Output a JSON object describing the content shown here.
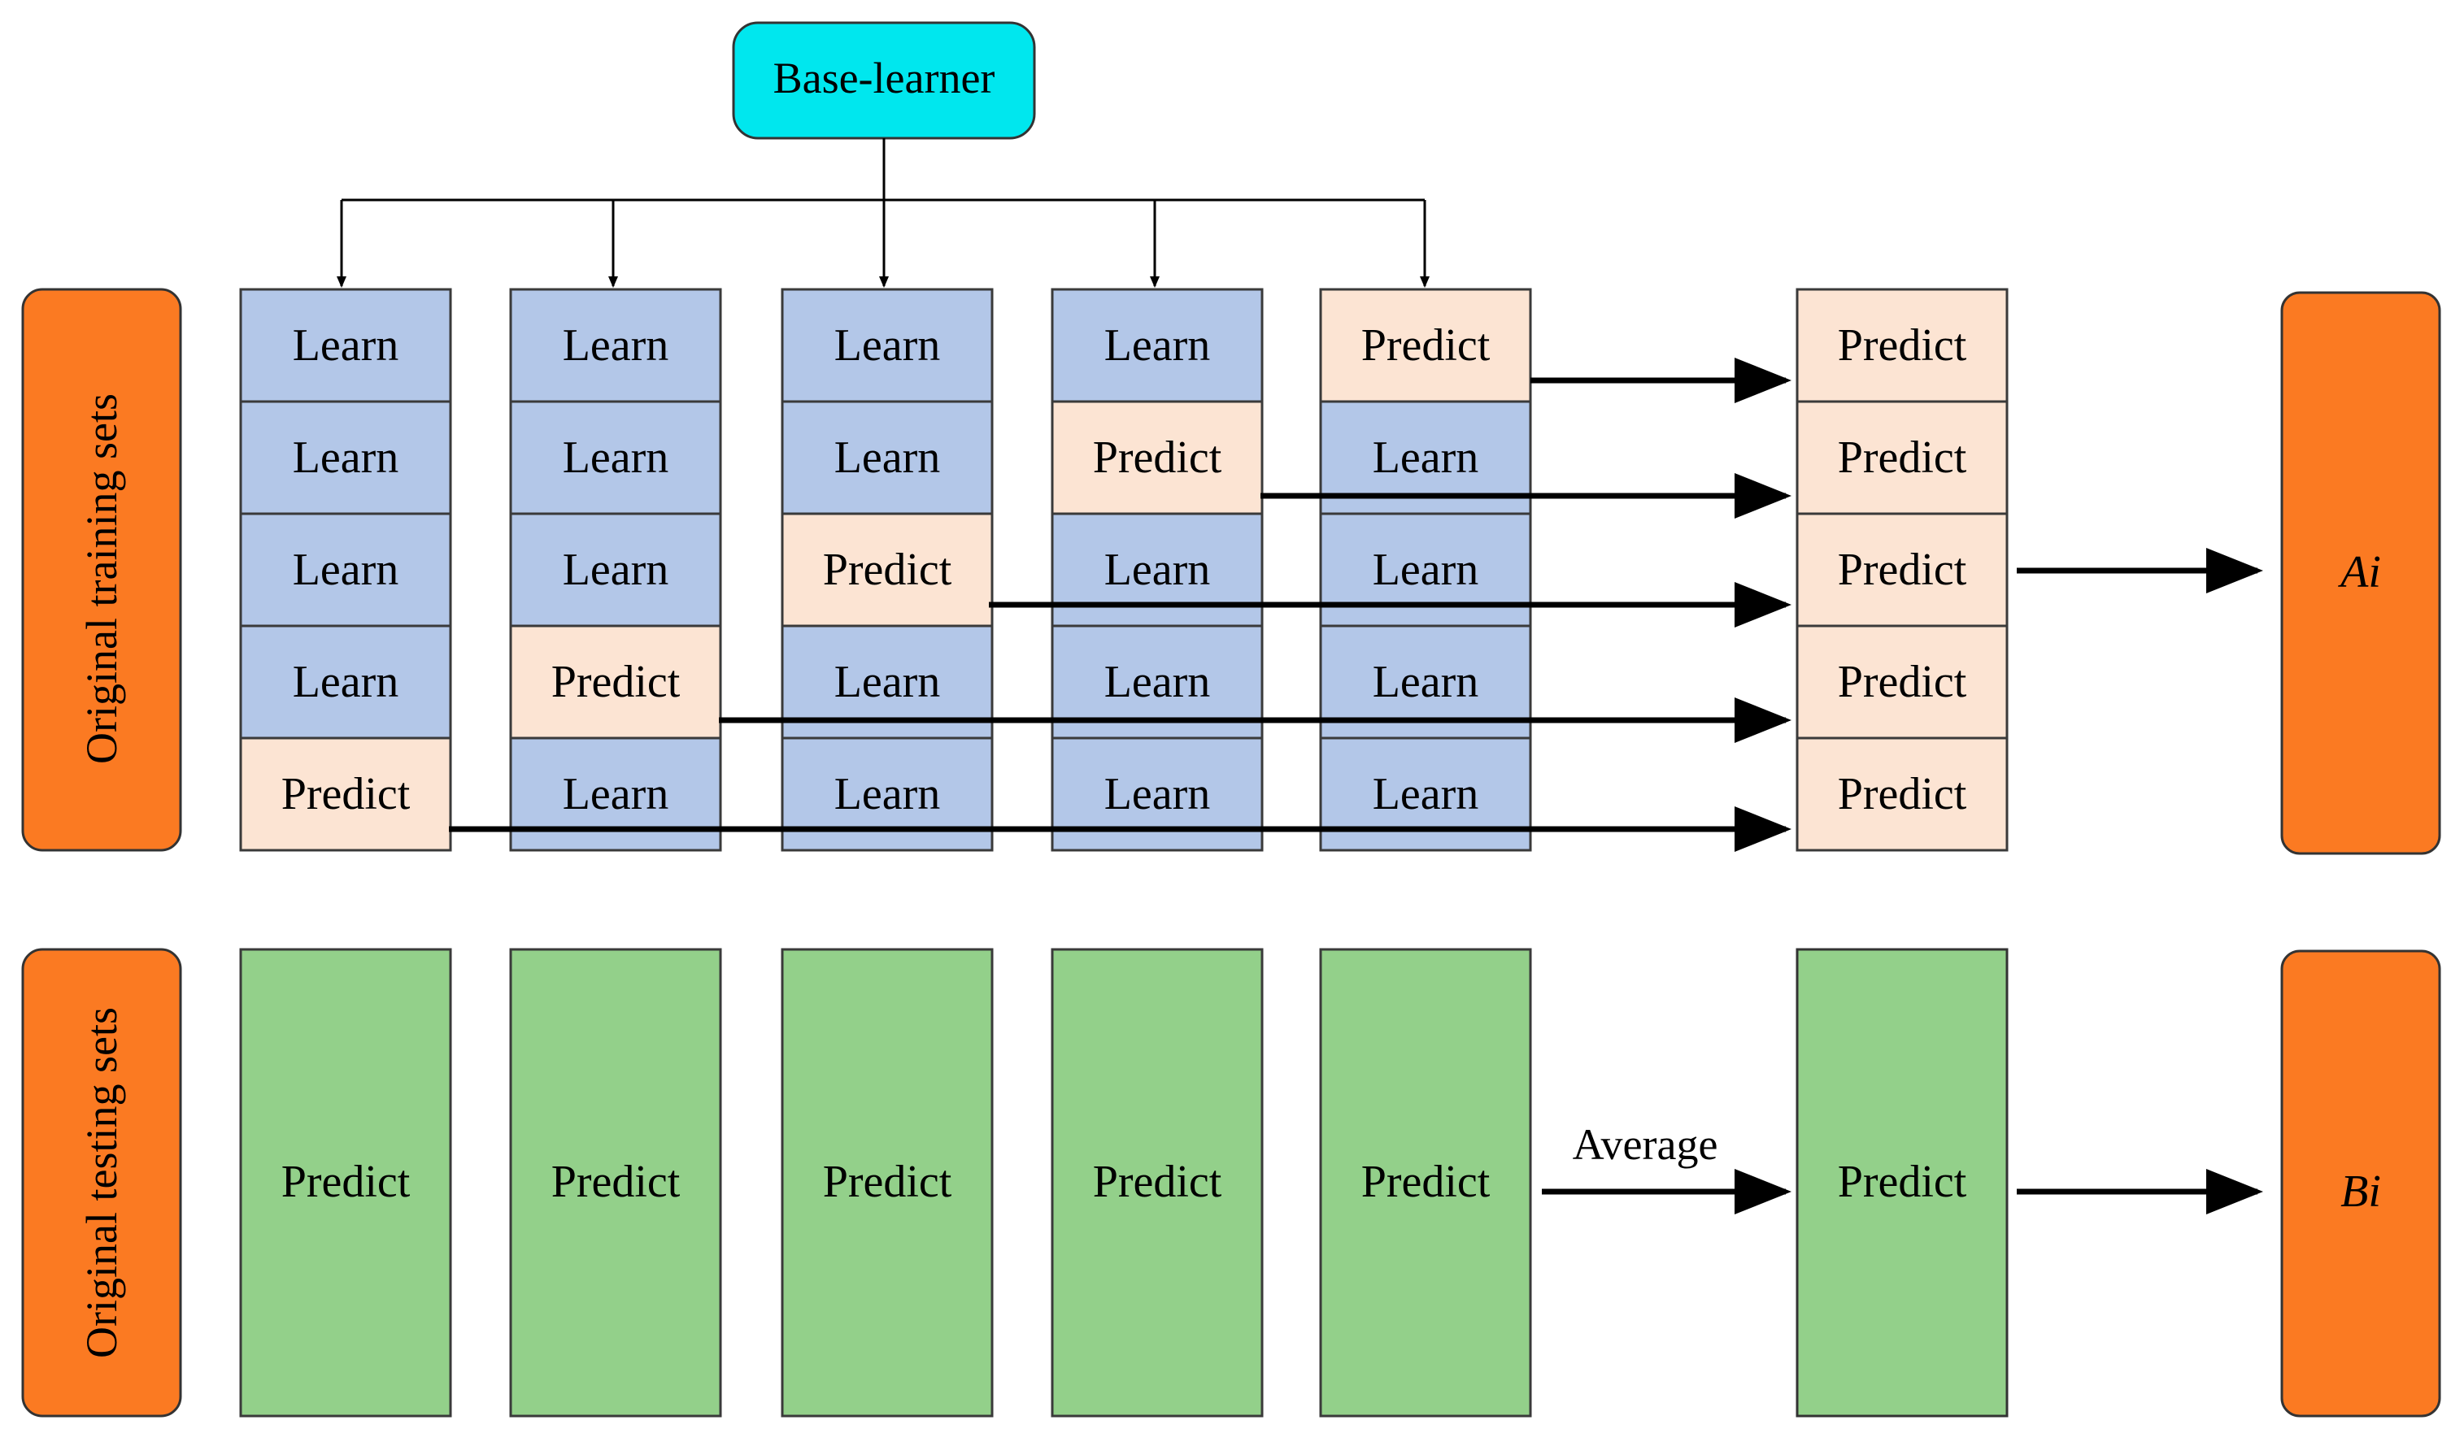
{
  "base_learner": {
    "label": "Base-learner"
  },
  "side_labels": {
    "training": "Original training sets",
    "testing": "Original testing sets"
  },
  "outputs": {
    "train": "Ai",
    "test": "Bi"
  },
  "training_columns": [
    [
      "Learn",
      "Learn",
      "Learn",
      "Learn",
      "Predict"
    ],
    [
      "Learn",
      "Learn",
      "Learn",
      "Predict",
      "Learn"
    ],
    [
      "Learn",
      "Learn",
      "Predict",
      "Learn",
      "Learn"
    ],
    [
      "Learn",
      "Predict",
      "Learn",
      "Learn",
      "Learn"
    ],
    [
      "Predict",
      "Learn",
      "Learn",
      "Learn",
      "Learn"
    ]
  ],
  "training_result_column": [
    "Predict",
    "Predict",
    "Predict",
    "Predict",
    "Predict"
  ],
  "testing_columns": [
    "Predict",
    "Predict",
    "Predict",
    "Predict",
    "Predict"
  ],
  "testing_result": "Predict",
  "average_label": "Average",
  "colors": {
    "learn_fill": "#b3c7e8",
    "predict_fill": "#fce4d3",
    "test_fill": "#93d08a",
    "side_fill": "#fb7a22",
    "base_fill": "#00e7ee",
    "stroke": "#3a3a3a",
    "arrow": "#000000"
  }
}
